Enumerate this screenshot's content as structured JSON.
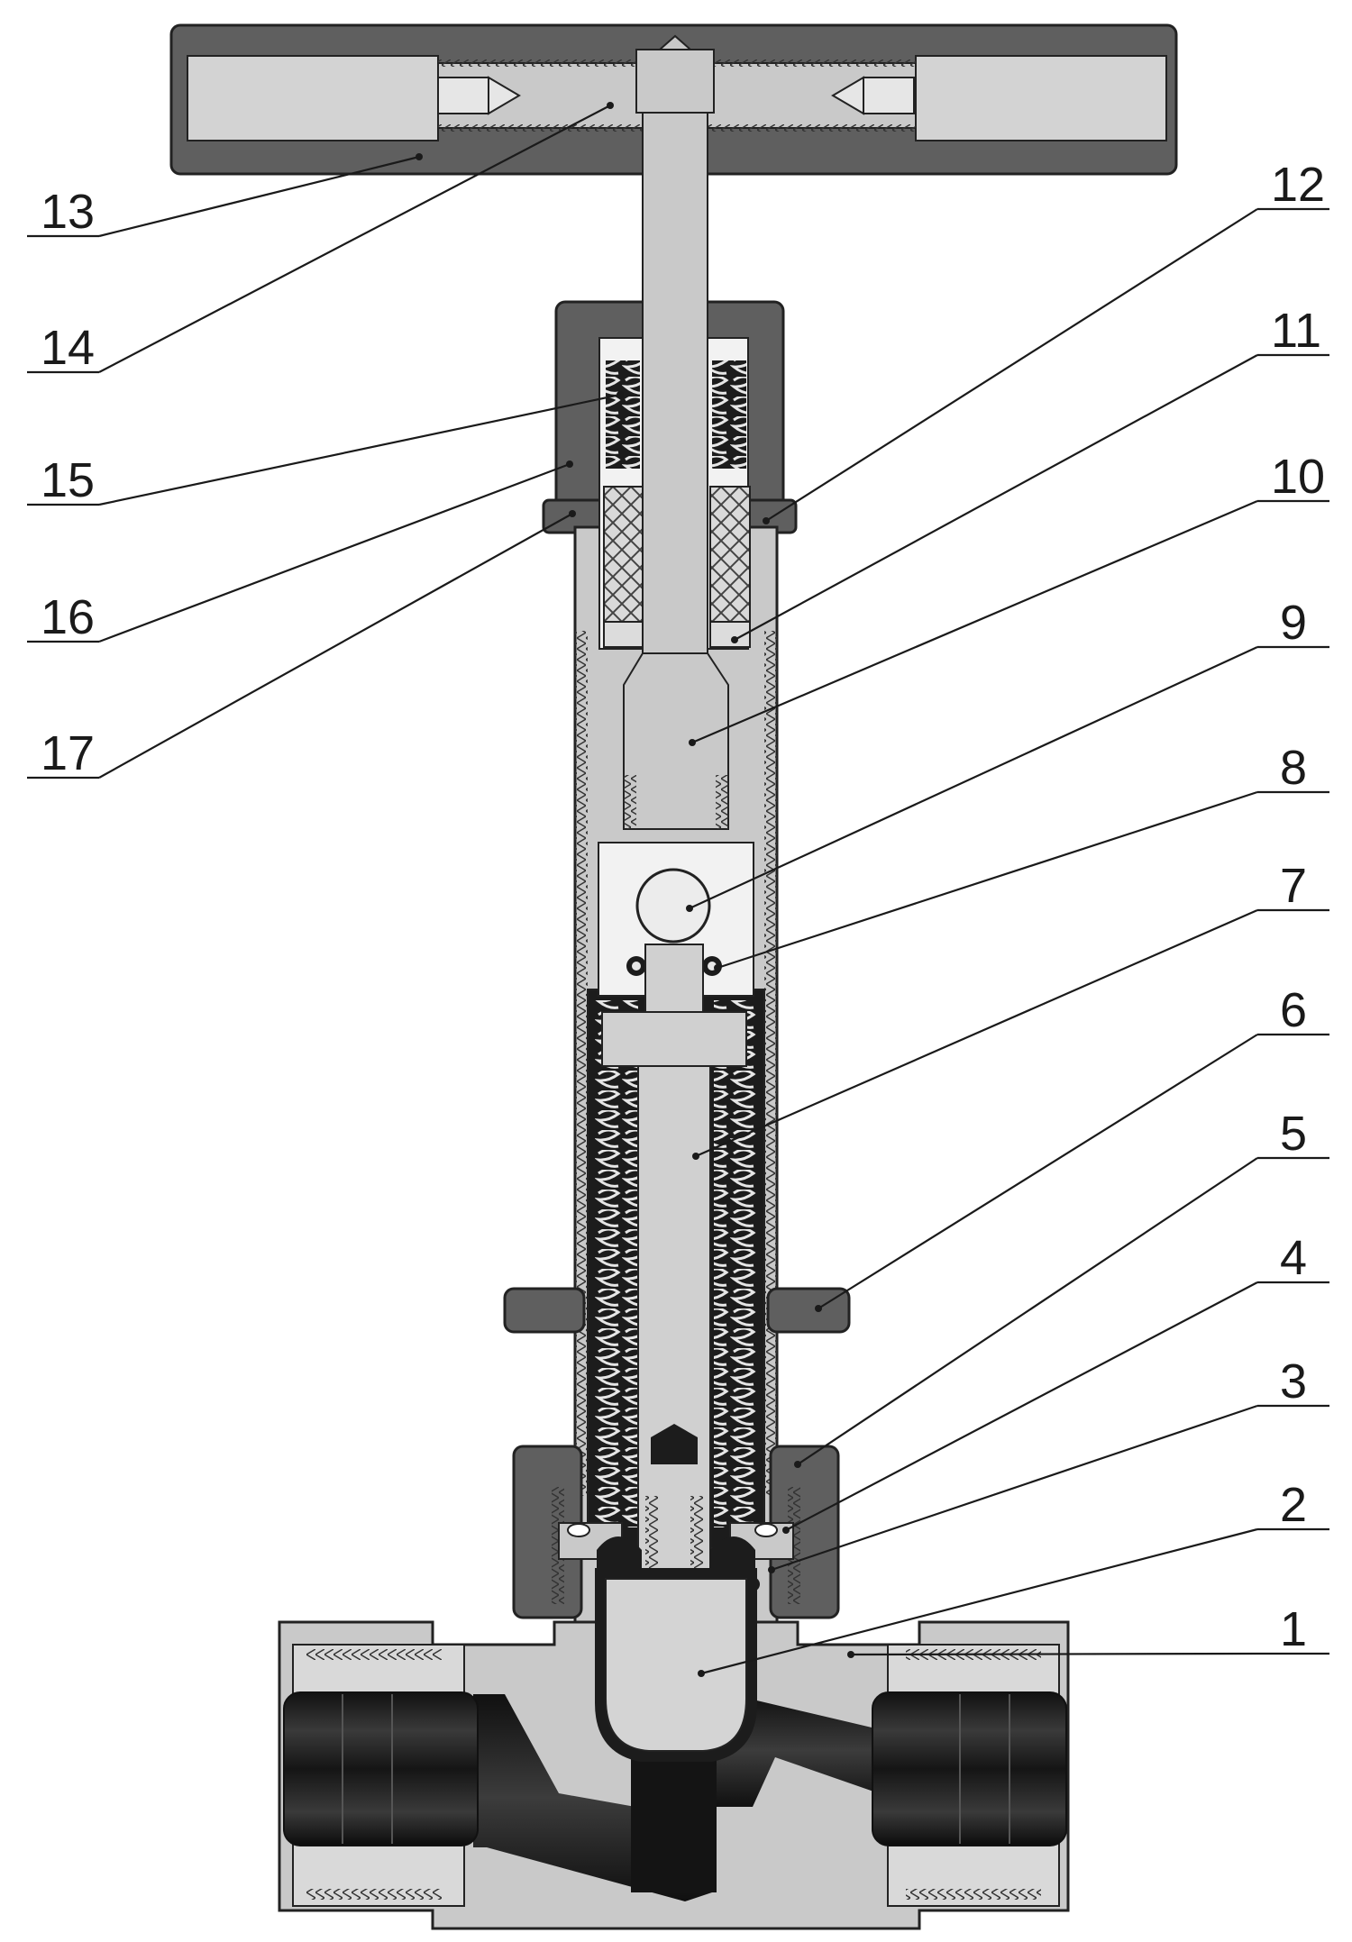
{
  "callouts": [
    {
      "id": "13",
      "label": "13"
    },
    {
      "id": "14",
      "label": "14"
    },
    {
      "id": "15",
      "label": "15"
    },
    {
      "id": "16",
      "label": "16"
    },
    {
      "id": "17",
      "label": "17"
    },
    {
      "id": "12",
      "label": "12"
    },
    {
      "id": "11",
      "label": "11"
    },
    {
      "id": "10",
      "label": "10"
    },
    {
      "id": "9",
      "label": "9"
    },
    {
      "id": "8",
      "label": "8"
    },
    {
      "id": "7",
      "label": "7"
    },
    {
      "id": "6",
      "label": "6"
    },
    {
      "id": "5",
      "label": "5"
    },
    {
      "id": "4",
      "label": "4"
    },
    {
      "id": "3",
      "label": "3"
    },
    {
      "id": "2",
      "label": "2"
    },
    {
      "id": "1",
      "label": "1"
    }
  ],
  "colors": {
    "background": "#ffffff",
    "dark_metal": "#5f5f5f",
    "light_metal": "#c9c9c9",
    "seal_black": "#1c1c1c",
    "channel_black": "#262626",
    "outline": "#222222"
  }
}
